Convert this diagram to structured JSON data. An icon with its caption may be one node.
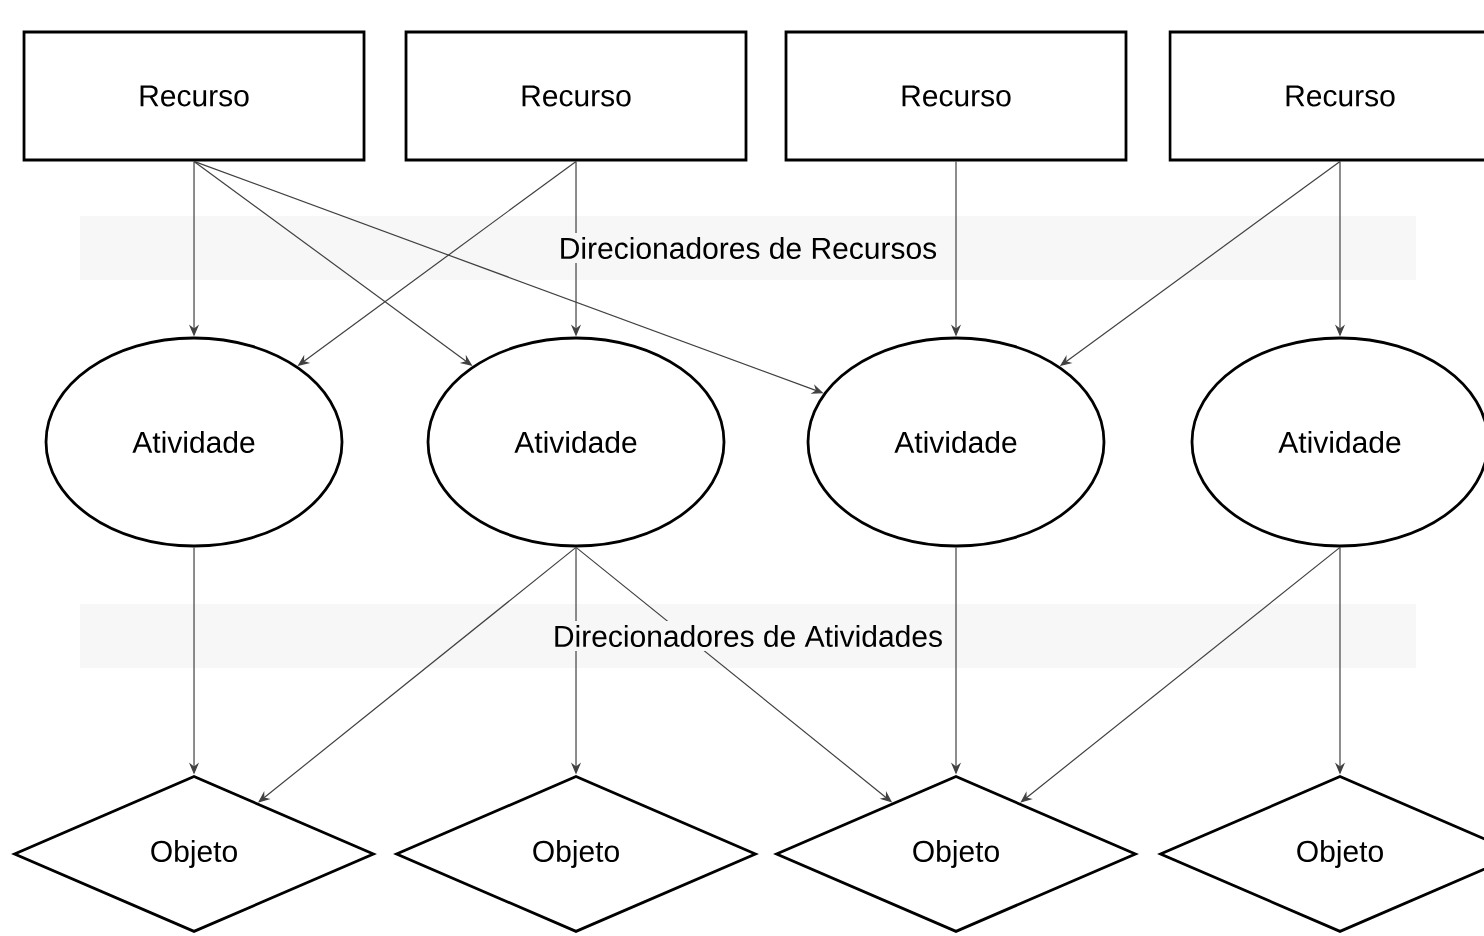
{
  "diagram": {
    "nodes": [
      {
        "text": [
          "Recurso"
        ]
      },
      {
        "text": [
          "Recurso"
        ]
      },
      {
        "text": [
          "Recurso"
        ]
      },
      {
        "text": [
          "Recurso"
        ]
      },
      {
        "text": [
          "Atividade"
        ]
      },
      {
        "text": [
          "Atividade"
        ]
      },
      {
        "text": [
          "Atividade"
        ]
      },
      {
        "text": [
          "Atividade"
        ]
      },
      {
        "text": [
          "Objeto"
        ]
      },
      {
        "text": [
          "Objeto"
        ]
      },
      {
        "text": [
          "Objeto"
        ]
      },
      {
        "text": [
          "Objeto"
        ]
      }
    ],
    "edges": [
      {
        "from": 0,
        "to": 4,
        "arrow": "to"
      },
      {
        "from": 0,
        "to": 5,
        "arrow": "to"
      },
      {
        "from": 0,
        "to": 6,
        "arrow": "to"
      },
      {
        "from": 1,
        "to": 4,
        "arrow": "to"
      },
      {
        "from": 1,
        "to": 5,
        "arrow": "to"
      },
      {
        "from": 2,
        "to": 6,
        "arrow": "to"
      },
      {
        "from": 3,
        "to": 6,
        "arrow": "to"
      },
      {
        "from": 3,
        "to": 7,
        "arrow": "to"
      },
      {
        "from": 4,
        "to": 8,
        "arrow": "to"
      },
      {
        "from": 5,
        "to": 8,
        "arrow": "to"
      },
      {
        "from": 5,
        "to": 9,
        "arrow": "to"
      },
      {
        "from": 5,
        "to": 10,
        "arrow": "to"
      },
      {
        "from": 6,
        "to": 10,
        "arrow": "to"
      },
      {
        "from": 7,
        "to": 10,
        "arrow": "to"
      },
      {
        "from": 7,
        "to": 11,
        "arrow": "to"
      }
    ],
    "labels": [
      "Direcionadores de Recursos",
      "Direcionadores de Atividades"
    ]
  }
}
